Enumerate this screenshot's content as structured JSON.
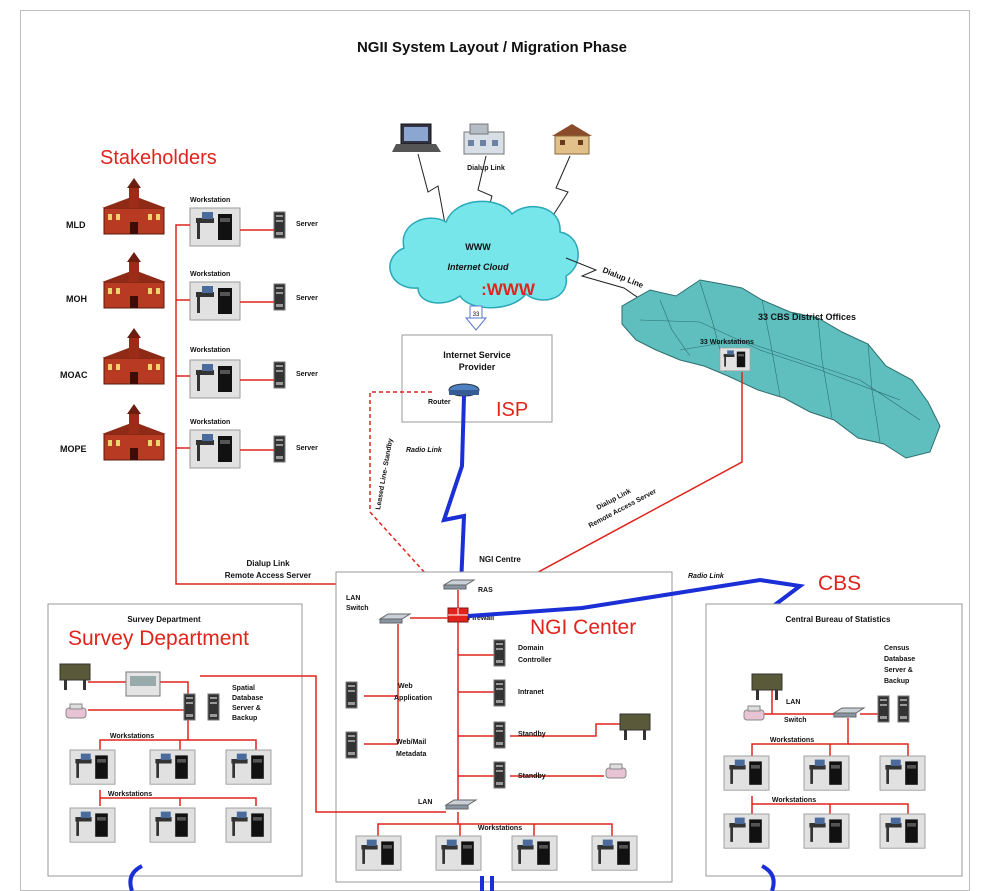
{
  "title": "NGII System Layout / Migration Phase",
  "stakeholders": {
    "heading": "Stakeholders",
    "rows": [
      {
        "org": "MLD",
        "workstation": "Workstation",
        "server": "Server"
      },
      {
        "org": "MOH",
        "workstation": "Workstation",
        "server": "Server"
      },
      {
        "org": "MOAC",
        "workstation": "Workstation",
        "server": "Server"
      },
      {
        "org": "MOPE",
        "workstation": "Workstation",
        "server": "Server"
      }
    ],
    "link_label_1": "Dialup Link",
    "link_label_2": "Remote Access Server"
  },
  "internet": {
    "dialup_top": "Dialup Link",
    "cloud_www": "WWW",
    "cloud_label": "Internet Cloud",
    "cloud_www2": ":WWW",
    "connector": "33",
    "dialup_line": "Dialup Line"
  },
  "isp": {
    "box_title_1": "Internet Service",
    "box_title_2": "Provider",
    "router": "Router",
    "big_label": "ISP",
    "radio_link": "Radio Link",
    "leased_line": "Leased Line- Standby"
  },
  "district": {
    "title": "33 CBS District Offices",
    "workstations": "33 Workstations",
    "dialup_1": "Dialup Link",
    "dialup_2": "Remote Access Server"
  },
  "ngi": {
    "caption": "NGI Centre",
    "big_label": "NGI Center",
    "ras": "RAS",
    "lan_switch_1": "LAN",
    "lan_switch_2": "Switch",
    "firewall": "Firewall",
    "domain_1": "Domain",
    "domain_2": "Controller",
    "intranet": "Intranet",
    "standby_1": "Standby",
    "standby_2": "Standby",
    "web_app_1": "Web",
    "web_app_2": "Application",
    "web_mail_1": "Web/Mail",
    "web_mail_2": "Metadata",
    "lan": "LAN",
    "workstations": "Workstations",
    "radio_link": "Radio Link"
  },
  "survey": {
    "caption": "Survey Department",
    "big_label": "Survey Department",
    "db_1": "Spatial",
    "db_2": "Database",
    "db_3": "Server &",
    "db_4": "Backup",
    "workstations_1": "Workstations",
    "workstations_2": "Workstations"
  },
  "cbs": {
    "big_label": "CBS",
    "caption": "Central Bureau of Statistics",
    "db_1": "Census",
    "db_2": "Database",
    "db_3": "Server &",
    "db_4": "Backup",
    "lan_1": "LAN",
    "lan_2": "Switch",
    "workstations_1": "Workstations",
    "workstations_2": "Workstations"
  },
  "colors": {
    "red_line": "#e0241c",
    "blue_link": "#1a2fd6",
    "cloud": "#77e6ea",
    "map": "#5fbfbf"
  }
}
